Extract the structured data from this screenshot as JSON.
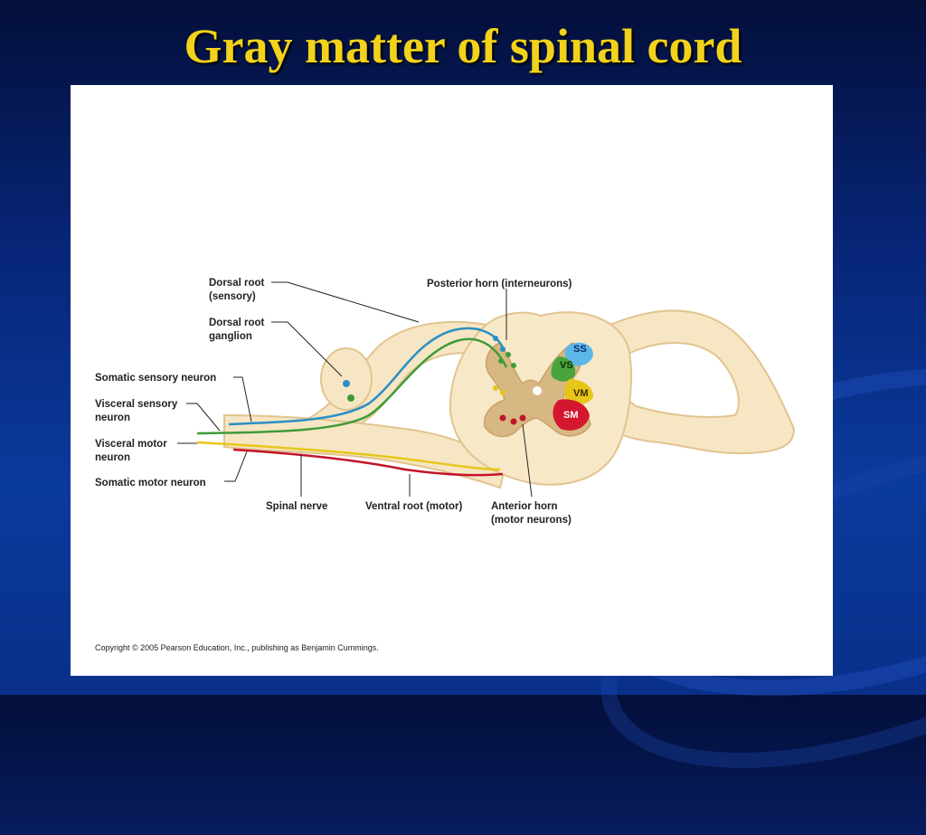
{
  "title": "Gray matter of spinal cord",
  "figure": {
    "labels": {
      "dorsal_root_line1": "Dorsal root",
      "dorsal_root_line2": "(sensory)",
      "dorsal_ganglion_line1": "Dorsal root",
      "dorsal_ganglion_line2": "ganglion",
      "somatic_sensory": "Somatic sensory neuron",
      "visceral_sensory_line1": "Visceral sensory",
      "visceral_sensory_line2": "neuron",
      "visceral_motor_line1": "Visceral motor",
      "visceral_motor_line2": "neuron",
      "somatic_motor": "Somatic motor neuron",
      "posterior_horn": "Posterior horn (interneurons)",
      "spinal_nerve": "Spinal nerve",
      "ventral_root": "Ventral root (motor)",
      "anterior_horn_line1": "Anterior horn",
      "anterior_horn_line2": "(motor neurons)"
    },
    "zones": {
      "ss": "SS",
      "vs": "VS",
      "vm": "VM",
      "sm": "SM"
    },
    "colors": {
      "somatic_sensory": "#2b8fc4",
      "visceral_sensory": "#3f9b3a",
      "visceral_motor": "#e8c619",
      "somatic_motor": "#c3152a",
      "white_matter": "#f6e6c4",
      "gray_matter": "#d8b882"
    },
    "copyright": "Copyright © 2005 Pearson Education, Inc., publishing as Benjamin Cummings."
  }
}
